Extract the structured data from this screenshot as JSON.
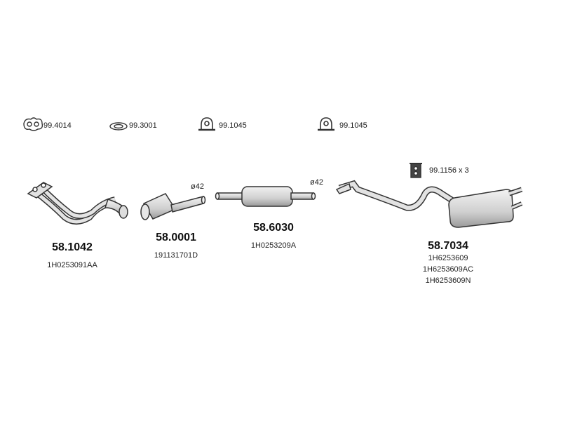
{
  "hardware": [
    {
      "code": "99.4014",
      "icon": "flange-gasket-icon"
    },
    {
      "code": "99.3001",
      "icon": "ring-gasket-icon"
    },
    {
      "code": "99.1045",
      "icon": "u-clamp-icon"
    },
    {
      "code": "99.1045",
      "icon": "u-clamp-icon"
    },
    {
      "code": "99.1156 x 3",
      "icon": "rubber-hanger-icon"
    }
  ],
  "parts": [
    {
      "number": "58.1042",
      "oe": [
        "1H0253091AA"
      ]
    },
    {
      "number": "58.0001",
      "oe": [
        "191131701D"
      ],
      "diameter": "ø42"
    },
    {
      "number": "58.6030",
      "oe": [
        "1H0253209A"
      ],
      "diameter": "ø42"
    },
    {
      "number": "58.7034",
      "oe": [
        "1H6253609",
        "1H6253609AC",
        "1H6253609N"
      ]
    }
  ],
  "colors": {
    "line": "#333333",
    "fill": "#e8e8e8",
    "shade": "#bdbdbd"
  }
}
